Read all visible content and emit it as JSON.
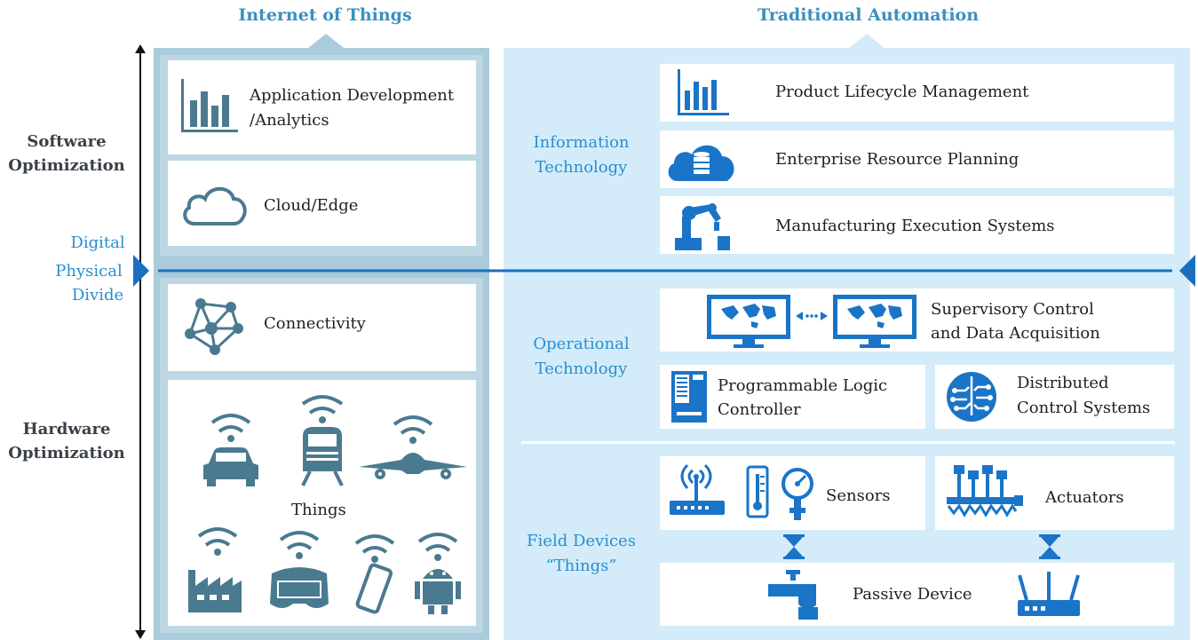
{
  "headers": {
    "iot": "Internet of Things",
    "traditional": "Traditional Automation"
  },
  "left_axis": {
    "top": "Software Optimization",
    "bottom": "Hardware Optimization"
  },
  "divide_label": {
    "line1": "Digital",
    "line2": "Physical",
    "line3": "Divide"
  },
  "iot": {
    "app_dev": {
      "line1": "Application Development",
      "line2": "/Analytics"
    },
    "cloud": "Cloud/Edge",
    "connectivity": "Connectivity",
    "things": "Things"
  },
  "traditional": {
    "it_label": {
      "line1": "Information",
      "line2": "Technology"
    },
    "ot_label": {
      "line1": "Operational",
      "line2": "Technology"
    },
    "fd_label": {
      "line1": "Field Devices",
      "line2": "“Things”"
    },
    "plm": "Product Lifecycle Management",
    "erp": "Enterprise Resource Planning",
    "mes": "Manufacturing Execution Systems",
    "scada": {
      "line1": "Supervisory Control",
      "line2": "and Data Acquisition"
    },
    "plc": {
      "line1": "Programmable Logic",
      "line2": "Controller"
    },
    "dcs": {
      "line1": "Distributed",
      "line2": "Control Systems"
    },
    "sensors": "Sensors",
    "actuators": "Actuators",
    "passive": "Passive Device"
  },
  "colors": {
    "iot_panel": "#a9cbda",
    "trad_panel": "#d4ecf9",
    "dark_icon": "#4a7a8f",
    "blue_icon": "#1a74c7",
    "divider": "#1a6fc0"
  }
}
